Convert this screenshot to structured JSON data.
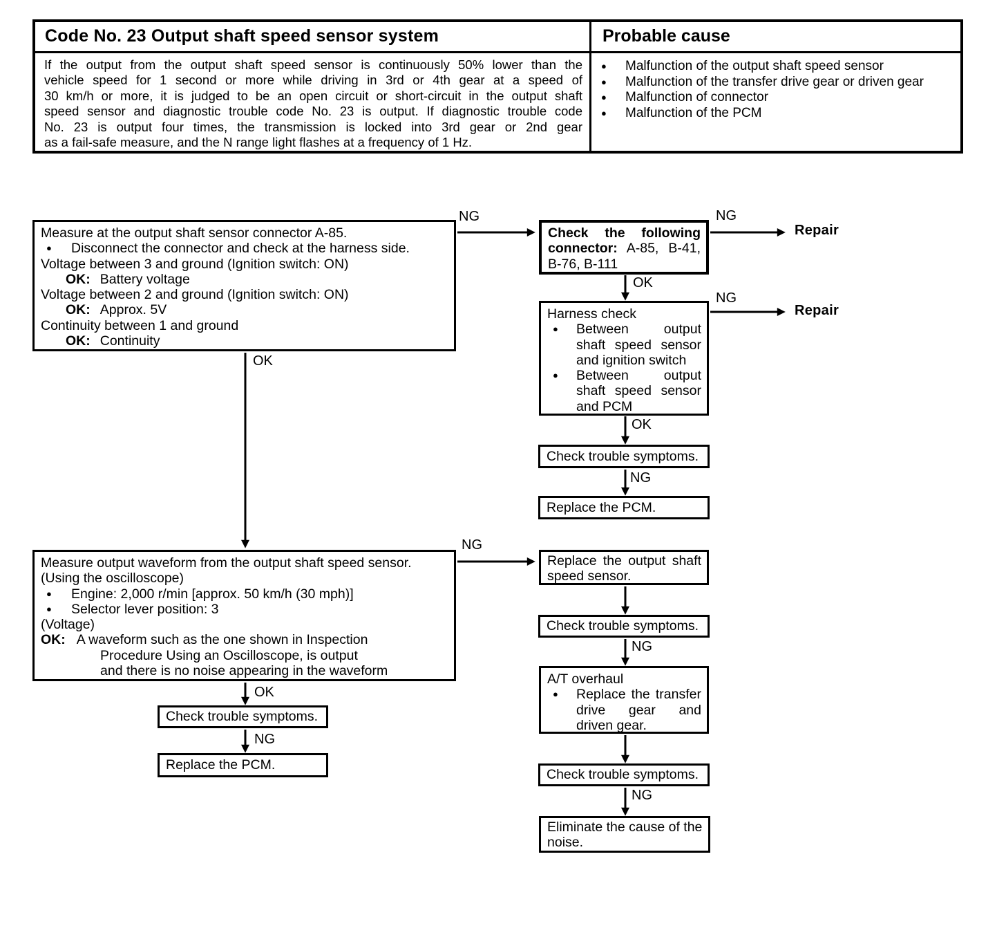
{
  "common": {
    "ok": "OK",
    "ng": "NG",
    "repair": "Repair",
    "bullet": "●"
  },
  "header_table": {
    "title": "Code No. 23 Output shaft speed sensor system",
    "probable_cause_title": "Probable cause",
    "description_lines": [
      "If the output from the output shaft speed sensor is continuously 50% lower than the",
      "vehicle speed for 1 second or more while driving in 3rd or 4th gear at a speed of",
      "30 km/h or more, it is judged to be an open circuit or short-circuit in the output shaft",
      "speed sensor and diagnostic trouble code No. 23 is output. If diagnostic trouble code",
      "No. 23 is output four times, the transmission is locked into 3rd gear or 2nd gear",
      "as a fail-safe measure, and the N range light flashes at a frequency of 1 Hz."
    ],
    "causes": [
      "Malfunction of the output shaft speed sensor",
      "Malfunction of the transfer drive gear or driven gear",
      "Malfunction of connector",
      "Malfunction of the PCM"
    ]
  },
  "flow": {
    "measure_connector": {
      "title": "Measure at the output shaft sensor connector A-85.",
      "bullet_note": "Disconnect the connector and check at the harness side.",
      "checks": [
        {
          "condition": "Voltage between 3 and ground (Ignition switch: ON)",
          "ok_label": "OK:",
          "ok_value": "Battery voltage"
        },
        {
          "condition": "Voltage between 2 and ground (Ignition switch: ON)",
          "ok_label": "OK:",
          "ok_value": "Approx. 5V"
        },
        {
          "condition": "Continuity between 1 and ground",
          "ok_label": "OK:",
          "ok_value": "Continuity"
        }
      ]
    },
    "check_connector": {
      "bold_label": "Check the following connector:",
      "values": "A-85, B-41, B-76, B-111"
    },
    "harness_check": {
      "title": "Harness check",
      "bullets": [
        "Between output shaft speed sensor and ignition switch",
        "Between output shaft speed sensor and PCM"
      ]
    },
    "check_trouble_symptoms": "Check trouble symptoms.",
    "replace_pcm": "Replace the PCM.",
    "measure_waveform": {
      "title": "Measure output waveform from the output shaft speed sensor.",
      "subtitle": "(Using the oscilloscope)",
      "bullets": [
        "Engine: 2,000 r/min [approx. 50 km/h (30 mph)]",
        "Selector lever position: 3"
      ],
      "voltage_note": "(Voltage)",
      "ok_label": "OK:",
      "ok_lines": [
        "A waveform such as the one shown in Inspection",
        "Procedure Using an Oscilloscope, is output",
        "and there is no noise appearing in the waveform"
      ]
    },
    "replace_sensor": "Replace the output shaft speed sensor.",
    "at_overhaul": {
      "title": "A/T overhaul",
      "bullet": "Replace the transfer drive gear and driven gear."
    },
    "eliminate_noise": "Eliminate the cause of the noise."
  }
}
